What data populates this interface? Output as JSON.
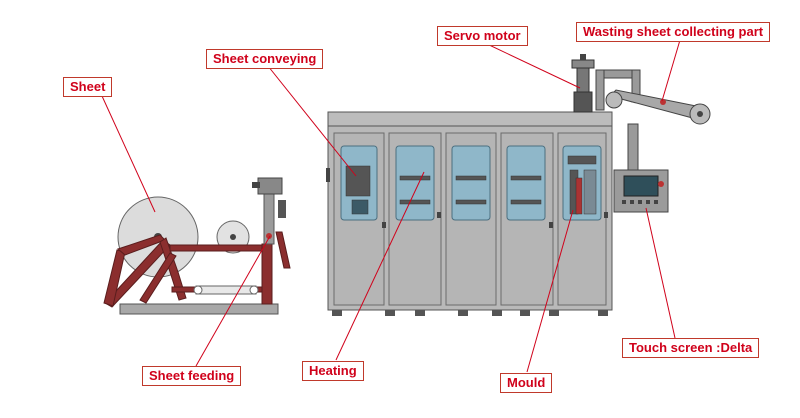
{
  "colors": {
    "label_text": "#d0021b",
    "label_border": "#c0392b",
    "leader_line": "#d0021b",
    "machine_body": "#b9b9b9",
    "machine_outline": "#555555",
    "window_glass": "#8fb7c9",
    "frame_red": "#8b2e2e",
    "roll_grey": "#dcdcdc"
  },
  "labels": {
    "sheet": "Sheet",
    "sheet_conveying": "Sheet conveying",
    "servo_motor": "Servo motor",
    "wasting_sheet": "Wasting sheet collecting part",
    "sheet_feeding": "Sheet feeding",
    "heating": "Heating",
    "mould": "Mould",
    "touch_screen": "Touch screen :Delta"
  }
}
